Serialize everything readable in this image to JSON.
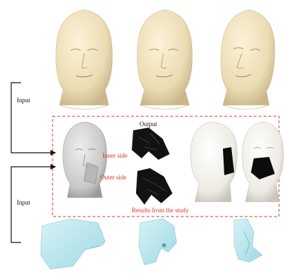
{
  "labels": {
    "input_top": "Input",
    "input_bottom": "Input",
    "output": "Output",
    "inner_side": "Inner side",
    "outer_side": "Outer side",
    "results": "Results from the study"
  },
  "colors": {
    "head_skin": "#efe1bc",
    "head_shade": "#c8b58a",
    "gray_head": "#cfcfcf",
    "white_head": "#f1efea",
    "dark_mesh": "#111111",
    "cyan_mesh": "#bfe8ef",
    "dashed_border": "#d8332b",
    "annotation_text": "#d8332b"
  },
  "rows": {
    "input_heads": [
      "head-front",
      "head-three-quarter",
      "head-side"
    ],
    "results": [
      "gray-head-marked",
      "dark-mesh-inner",
      "dark-mesh-outer",
      "white-head-side",
      "white-head-front"
    ],
    "input_meshes": [
      "cyan-mesh-left",
      "cyan-mesh-middle",
      "cyan-mesh-right"
    ]
  }
}
